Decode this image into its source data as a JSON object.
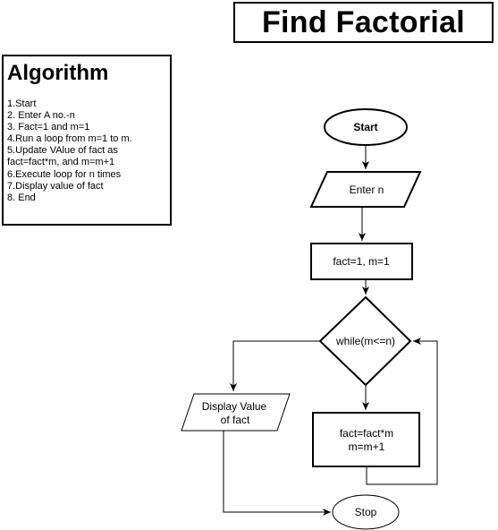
{
  "title": "Find Factorial",
  "algorithm": {
    "heading": "Algorithm",
    "steps": [
      "1.Start",
      "2. Enter A no.-n",
      "3. Fact=1 and m=1",
      "4.Run a loop from m=1 to m.",
      "5.Update VAlue of fact as",
      "fact=fact*m, and m=m+1",
      "6.Execute loop for n times",
      "7.Display value of fact",
      "8. End"
    ]
  },
  "flowchart": {
    "start": "Start",
    "input": "Enter n",
    "init": "fact=1, m=1",
    "condition": "while(m<=n)",
    "body_line1": "fact=fact*m",
    "body_line2": "m=m+1",
    "output_line1": "Display Value",
    "output_line2": "of fact",
    "stop": "Stop"
  }
}
